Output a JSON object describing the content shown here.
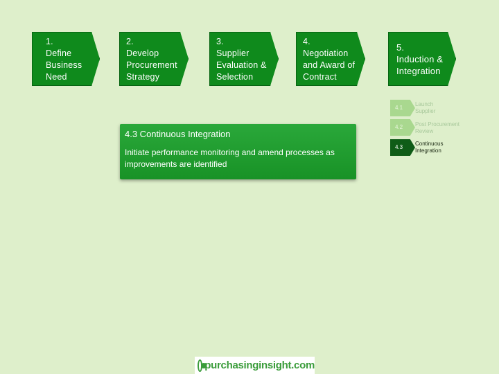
{
  "process_steps": [
    {
      "number": "1.",
      "label": "Define\nBusiness\nNeed"
    },
    {
      "number": "2.",
      "label": "Develop\nProcurement\nStrategy"
    },
    {
      "number": "3.",
      "label": "Supplier\nEvaluation &\nSelection"
    },
    {
      "number": "4.",
      "label": "Negotiation\nand Award of\nContract"
    },
    {
      "number": "5.",
      "label": "Induction &\nIntegration"
    }
  ],
  "sub_steps": [
    {
      "code": "4.1",
      "label": "Launch\nSupplier",
      "state": "inactive"
    },
    {
      "code": "4.2",
      "label": "Post Procurement\nReview",
      "state": "inactive"
    },
    {
      "code": "4.3",
      "label": "Continuous\nIntegration",
      "state": "active"
    }
  ],
  "detail": {
    "title": "4.3 Continuous Integration",
    "text": "Initiate performance monitoring and amend processes as improvements are identified"
  },
  "footer": {
    "logo_text": "purchasinginsight.com"
  },
  "colors": {
    "background": "#deefcb",
    "step_fill": "#0f8a1c",
    "active_sub": "#0f5c17",
    "inactive_sub": "#a9d88f",
    "card_fill": "#1c9a2a"
  }
}
